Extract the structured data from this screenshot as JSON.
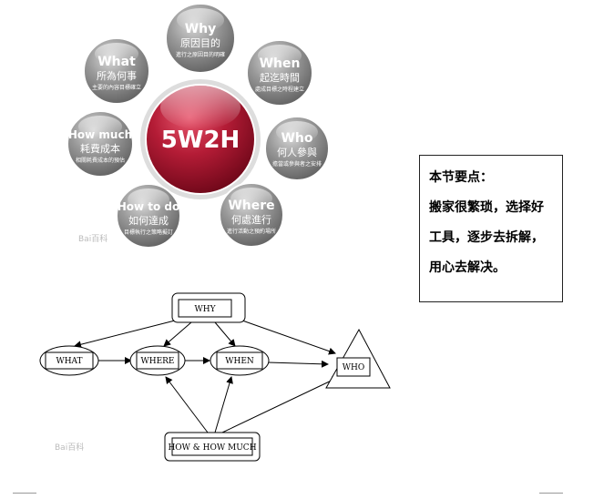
{
  "hub": {
    "label": "5W2H"
  },
  "bubbles": [
    {
      "title": "Why",
      "main": "原因目的",
      "sub": "進行之原因目的明確"
    },
    {
      "title": "When",
      "main": "起迄時間",
      "sub": "處成目標之時程建立"
    },
    {
      "title": "Who",
      "main": "何人參與",
      "sub": "擔當或參與者之安排"
    },
    {
      "title": "Where",
      "main": "何處進行",
      "sub": "進行活動之預約場所"
    },
    {
      "title": "How to do",
      "main": "如何達成",
      "sub": "目標執行之策略擬訂"
    },
    {
      "title": "How much",
      "main": "耗費成本",
      "sub": "相關耗費成本的預估"
    },
    {
      "title": "What",
      "main": "所為何事",
      "sub": "主要的內容目標確立"
    }
  ],
  "flow": {
    "why": "WHY",
    "what": "WHAT",
    "where": "WHERE",
    "when": "WHEN",
    "who": "WHO",
    "how": "HOW & HOW MUCH"
  },
  "watermark": {
    "top": "Bai百科",
    "bottom": "Bai百科"
  },
  "note": {
    "title": "本节要点：",
    "lines": [
      "搬家很繁琐，选择好",
      "工具，逐步去拆解，",
      "用心去解决。"
    ]
  }
}
